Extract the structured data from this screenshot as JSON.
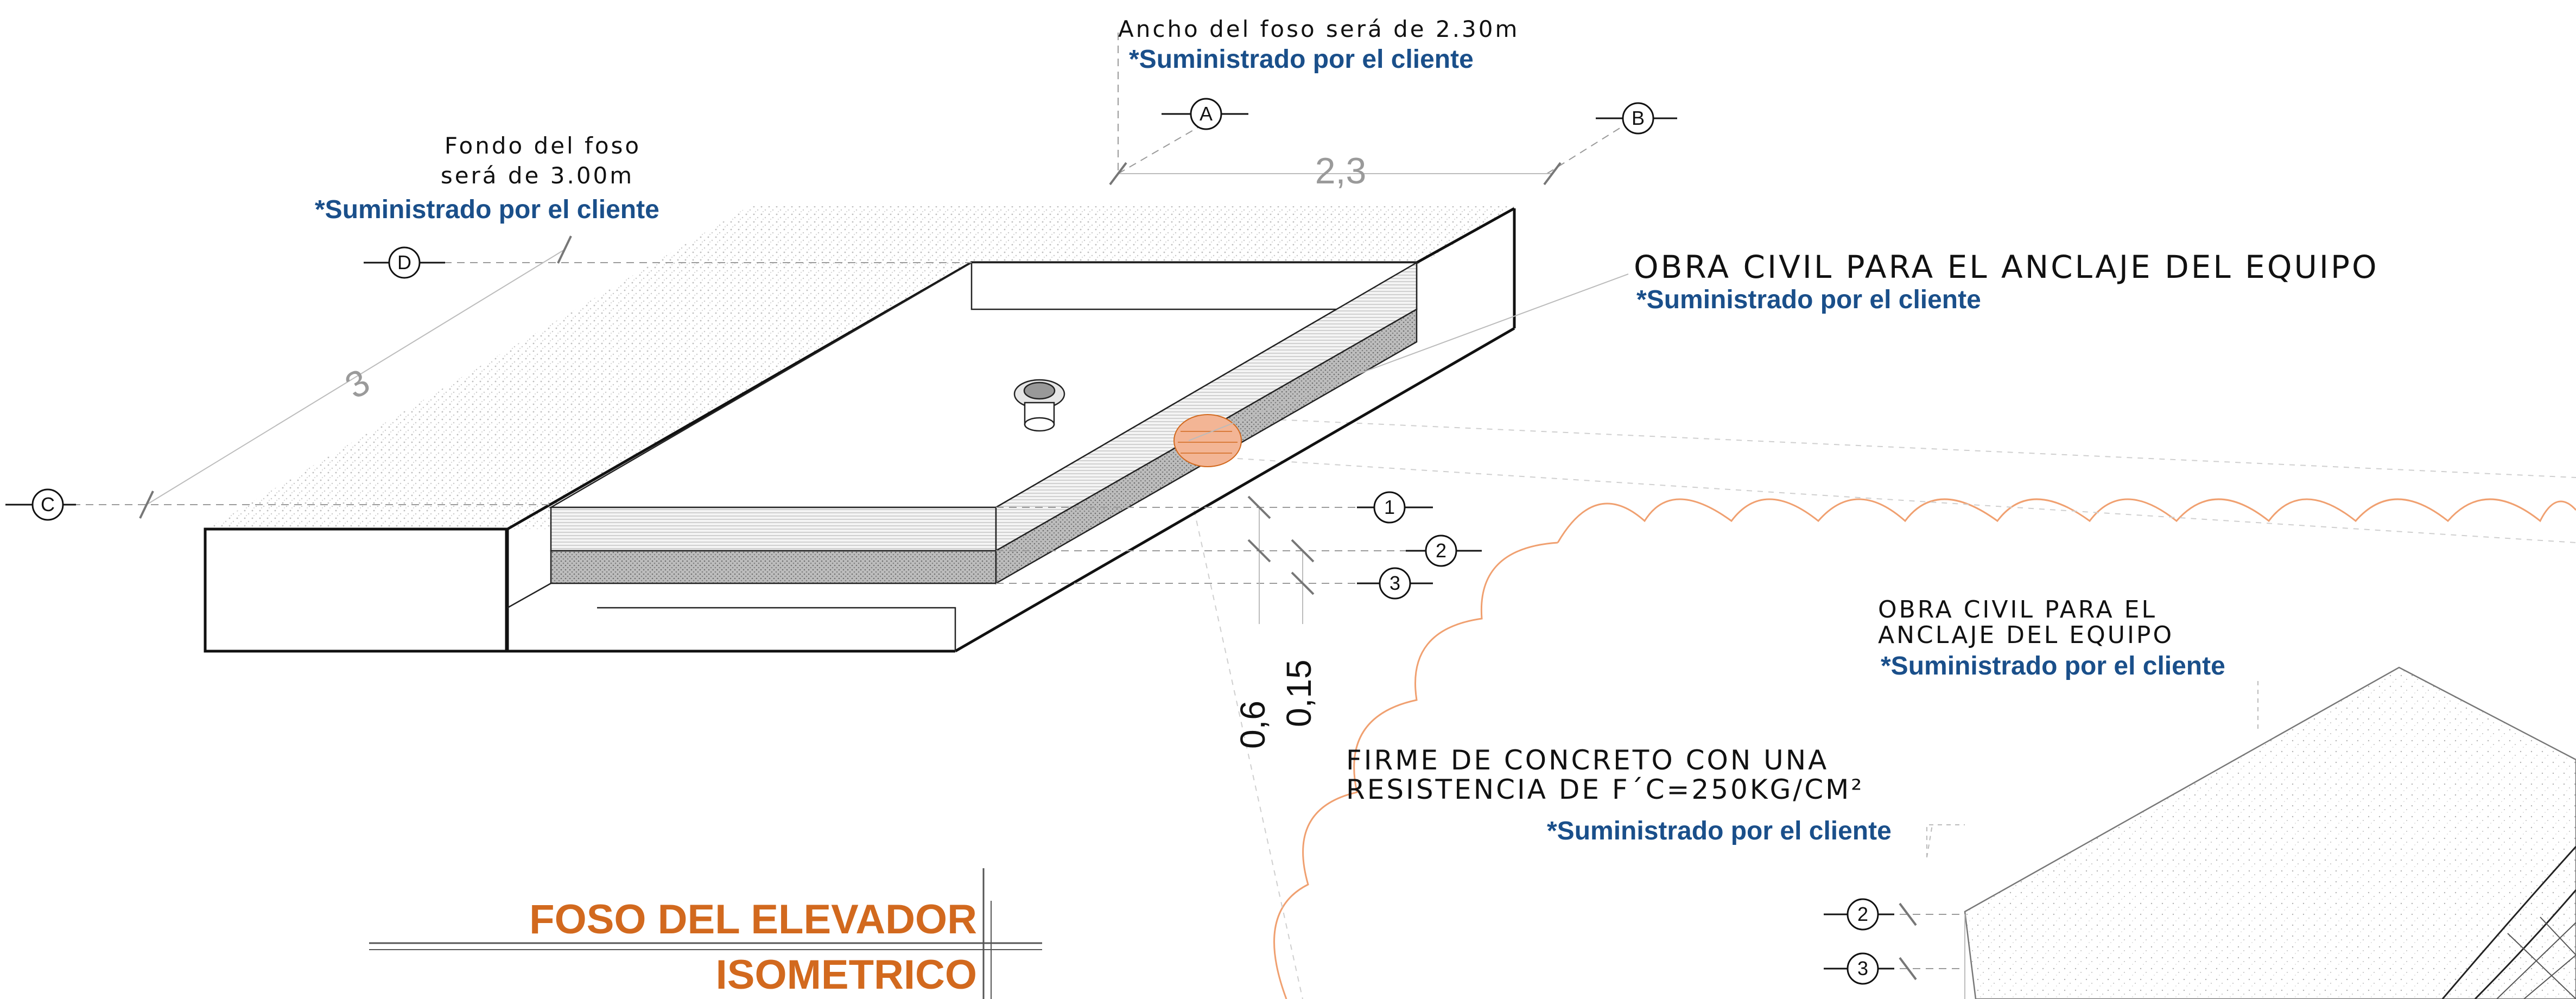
{
  "annotations": {
    "ancho_line1": "Ancho del foso será de 2.30m",
    "ancho_supplied": "*Suministrado por el cliente",
    "fondo_line1": "Fondo del foso",
    "fondo_line2": "será de 3.00m",
    "fondo_supplied": "*Suministrado por el cliente",
    "obra_civil": "OBRA CIVIL PARA EL ANCLAJE DEL EQUIPO",
    "obra_civil_supplied": "*Suministrado por el cliente",
    "obra_civil2_line1": "OBRA CIVIL PARA EL",
    "obra_civil2_line2": "ANCLAJE DEL EQUIPO",
    "obra_civil2_supplied": "*Suministrado por el cliente",
    "firme_line1": "FIRME DE CONCRETO CON UNA",
    "firme_line2": "RESISTENCIA DE F´C=250KG/CM²",
    "firme_supplied": "*Suministrado por el cliente"
  },
  "dimensions": {
    "width": "2,3",
    "length": "3",
    "depth_total": "0,6",
    "depth_slab": "0,15"
  },
  "grid_bubbles": {
    "a": "A",
    "b": "B",
    "c": "C",
    "d": "D",
    "l1": "1",
    "l2": "2",
    "l3": "3",
    "d2": "2",
    "d3": "3"
  },
  "title": {
    "main": "FOSO DEL ELEVADOR",
    "sub": "ISOMETRICO"
  },
  "colors": {
    "accent": "#d2691e",
    "note_blue": "#1a4f8a",
    "dim_grey": "#9a9a9a",
    "cloud": "#f0a070"
  }
}
